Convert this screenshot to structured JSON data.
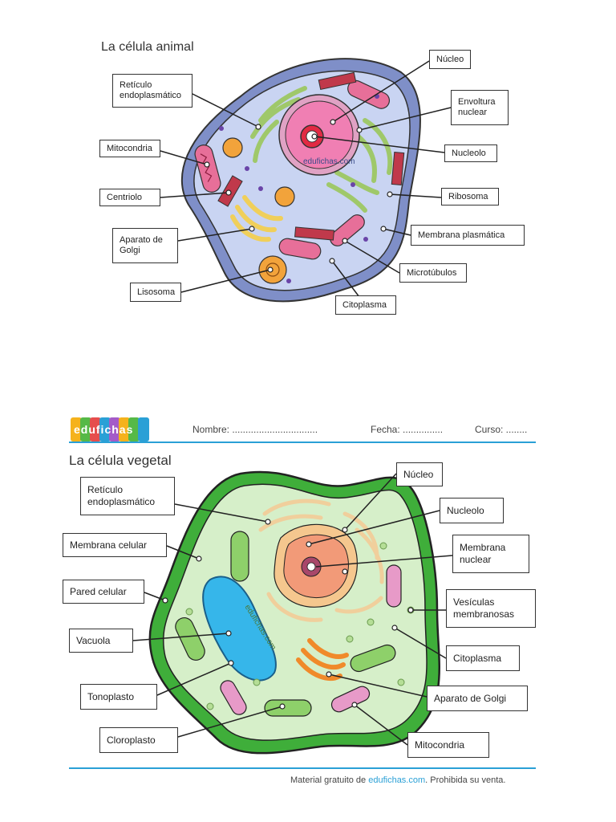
{
  "animal": {
    "title": "La célula animal",
    "watermark": "edufichas.com",
    "labels": {
      "reticulo": "Retículo endoplasmático",
      "mitocondria": "Mitocondria",
      "centriolo": "Centriolo",
      "golgi": "Aparato de Golgi",
      "lisosoma": "Lisosoma",
      "nucleo": "Núcleo",
      "envoltura": "Envoltura nuclear",
      "nucleolo": "Nucleolo",
      "ribosoma": "Ribosoma",
      "membrana": "Membrana plasmática",
      "microtubulos": "Microtúbulos",
      "citoplasma": "Citoplasma"
    }
  },
  "header": {
    "logo": "edufichas",
    "nombre": "Nombre: ................................",
    "fecha": "Fecha: ...............",
    "curso": "Curso: ........"
  },
  "vegetal": {
    "title": "La célula vegetal",
    "watermark": "edufichas.com",
    "labels": {
      "reticulo": "Retículo endoplasmático",
      "membrana_celular": "Membrana celular",
      "pared": "Pared celular",
      "vacuola": "Vacuola",
      "tonoplasto": "Tonoplasto",
      "cloroplasto": "Cloroplasto",
      "nucleo": "Núcleo",
      "nucleolo": "Nucleolo",
      "membrana_nuclear": "Membrana nuclear",
      "vesiculas": "Vesículas membranosas",
      "citoplasma": "Citoplasma",
      "golgi": "Aparato de Golgi",
      "mitocondria": "Mitocondria"
    }
  },
  "footer": {
    "text_before": "Material gratuito de ",
    "brand": "edufichas.com",
    "text_after": ". Prohibida su venta."
  },
  "colors": {
    "accent": "#2aa0d6",
    "animal_membrane": "#7f8fc8",
    "animal_cytoplasm": "#c9d4f2",
    "plant_wall": "#3fae3a",
    "plant_cytoplasm": "#d6efc9",
    "vacuole": "#36b6ea"
  }
}
